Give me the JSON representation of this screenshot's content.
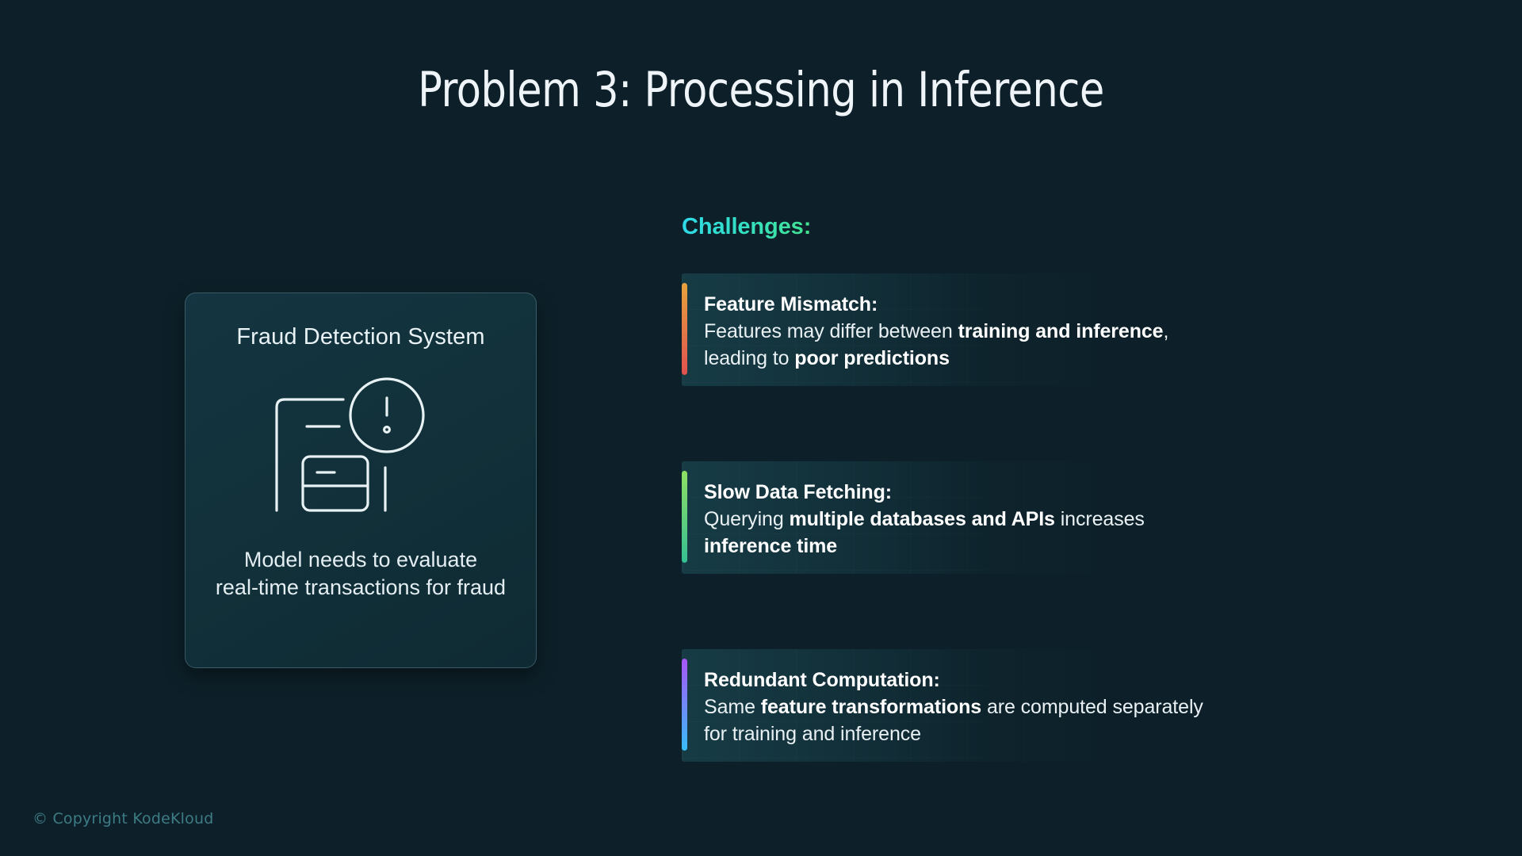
{
  "slide": {
    "title": "Problem 3: Processing in Inference",
    "background_color": "#0d2029"
  },
  "left_panel": {
    "title": "Fraud Detection System",
    "icon_name": "credit-card-alert-icon",
    "caption_line1": "Model needs to evaluate",
    "caption_line2": "real-time transactions for fraud"
  },
  "challenges": {
    "heading": "Challenges:",
    "heading_gradient": [
      "#2fd9e8",
      "#42e38d"
    ],
    "items": [
      {
        "title": "Feature Mismatch:",
        "accent_from": "#e8a33d",
        "accent_to": "#e0514f",
        "line1_a": "Features may differ between ",
        "line1_b": "training and inference",
        "line1_c": ",",
        "line2_a": "leading to ",
        "line2_b": "poor predictions",
        "line2_c": ""
      },
      {
        "title": "Slow Data Fetching:",
        "accent_from": "#8fe063",
        "accent_to": "#35bf93",
        "line1_a": "Querying ",
        "line1_b": "multiple databases and APIs",
        "line1_c": " increases",
        "line2_a": "",
        "line2_b": "inference time",
        "line2_c": ""
      },
      {
        "title": "Redundant Computation:",
        "accent_from": "#a855f7",
        "accent_to": "#38bdf8",
        "line1_a": "Same ",
        "line1_b": "feature transformations",
        "line1_c": " are computed separately",
        "line2_a": "for training and inference",
        "line2_b": "",
        "line2_c": ""
      }
    ]
  },
  "footer": {
    "copyright": "© Copyright KodeKloud"
  }
}
